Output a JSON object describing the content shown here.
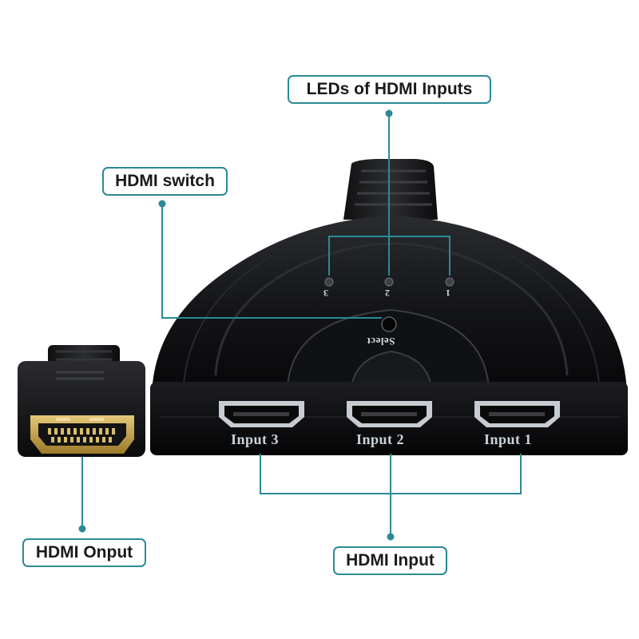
{
  "callouts": {
    "leds": "LEDs of HDMI Inputs",
    "switch": "HDMI switch",
    "output": "HDMI Onput",
    "input": "HDMI Input"
  },
  "device": {
    "ports": [
      "Input 3",
      "Input 2",
      "Input 1"
    ],
    "leds": [
      "3",
      "2",
      "1"
    ],
    "select_label": "Select"
  },
  "colors": {
    "accent": "#2a8a96",
    "body": "#0d0d0f",
    "gold": "#c9a44a"
  }
}
